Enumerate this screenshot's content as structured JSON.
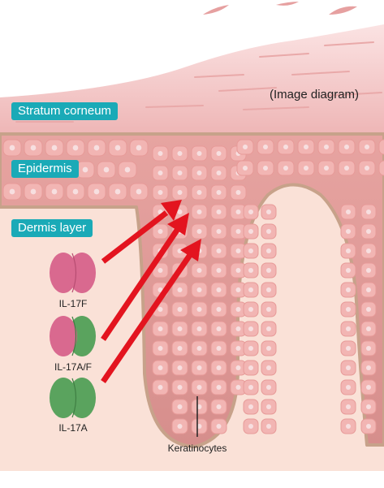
{
  "note": "(Image diagram)",
  "layers": {
    "stratum_corneum": "Stratum corneum",
    "epidermis": "Epidermis",
    "dermis": "Dermis layer"
  },
  "cytokines": [
    {
      "label": "IL-17F",
      "left_color": "#d9698f",
      "right_color": "#d9698f"
    },
    {
      "label": "IL-17A/F",
      "left_color": "#d9698f",
      "right_color": "#5aa35e"
    },
    {
      "label": "IL-17A",
      "left_color": "#5aa35e",
      "right_color": "#5aa35e"
    }
  ],
  "target_label": "Keratinocytes",
  "colors": {
    "arrow": "#e3141f",
    "label_bg": "#1aaab7",
    "dermis": "#fae1d7",
    "basement": "#c7a28a",
    "cell_fill": "#f2b5b3",
    "cell_nucleus": "#f7dfe0",
    "stratum": "#f6cfcf"
  }
}
